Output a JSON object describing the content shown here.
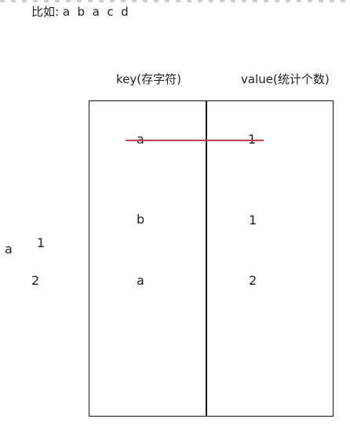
{
  "example_text": "比如: a  b  a  c  d",
  "table": {
    "key_header": "key(存字符)",
    "value_header": "value(统计个数)",
    "rows": [
      {
        "key": "a",
        "value": "1",
        "struck": true
      },
      {
        "key": "b",
        "value": "1",
        "struck": false
      },
      {
        "key": "a",
        "value": "2",
        "struck": false
      }
    ],
    "strike_color": "#c0404a"
  },
  "side_notes": {
    "char": "a",
    "count_before": "1",
    "count_after": "2"
  }
}
